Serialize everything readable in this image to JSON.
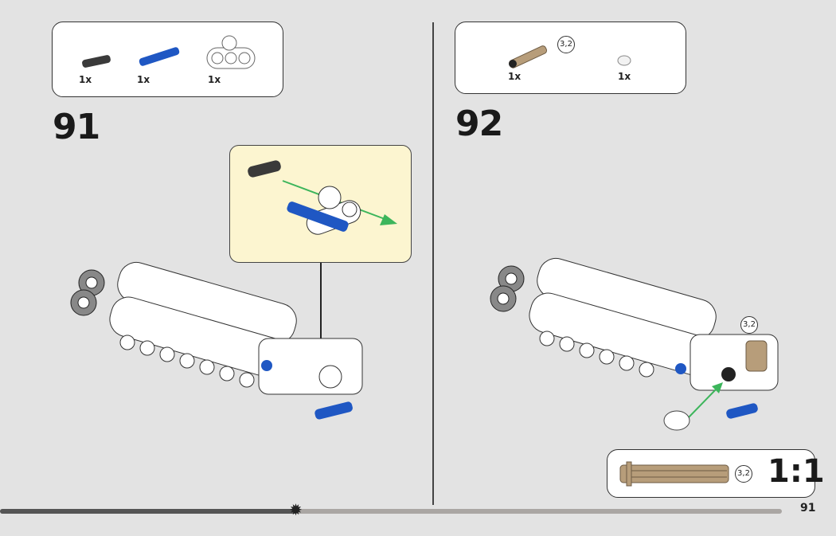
{
  "page_number": "91",
  "progress": 0.38,
  "steps": [
    {
      "number": "91",
      "parts": [
        {
          "name": "black-pin",
          "qty": "1x",
          "color": "#3a3a3a"
        },
        {
          "name": "blue-axle-pin",
          "qty": "1x",
          "color": "#1f57c3"
        },
        {
          "name": "white-beam",
          "qty": "1x",
          "color": "#ffffff"
        }
      ]
    },
    {
      "number": "92",
      "parts": [
        {
          "name": "tan-axle-3-2",
          "qty": "1x",
          "color": "#b79d7a",
          "badge": "3,2"
        },
        {
          "name": "white-round-tile",
          "qty": "1x",
          "color": "#f2f2f2"
        }
      ]
    }
  ],
  "model_badge": "3,2",
  "scale_box": {
    "badge": "3,2",
    "ratio": "1:1"
  },
  "colors": {
    "callout_bg": "#fcf5d0",
    "arrow_green": "#3cb55b",
    "tan": "#b79d7a",
    "blue": "#1f57c3"
  }
}
